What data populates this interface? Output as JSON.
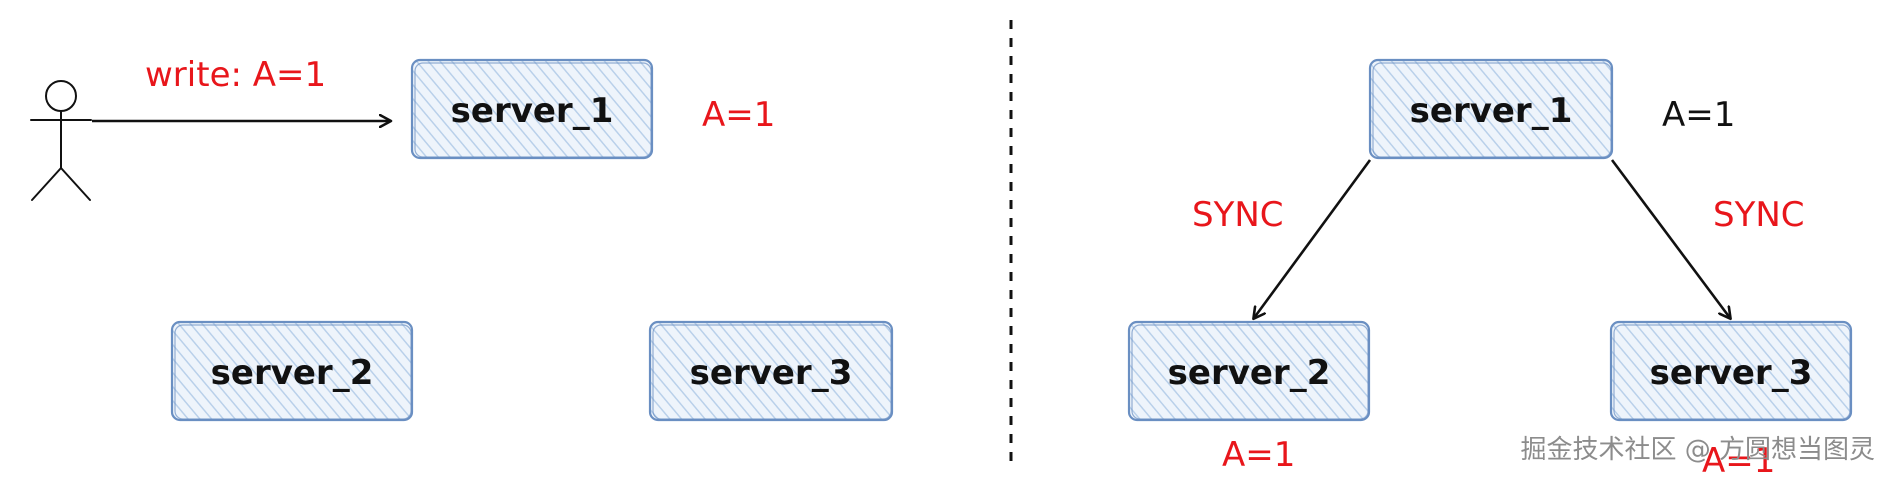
{
  "colors": {
    "box_fill": "#dce8f4",
    "box_stroke": "#6a8fc2",
    "hatch": "#b9d0ea",
    "ink": "#111111",
    "accent_red": "#e8161b",
    "watermark": "#8c8c8c"
  },
  "left_panel": {
    "actor_icon": "stick-figure-user-icon",
    "write_label": "write: A=1",
    "server_1": "server_1",
    "server_2": "server_2",
    "server_3": "server_3",
    "server_1_value": "A=1"
  },
  "right_panel": {
    "server_1": "server_1",
    "server_2": "server_2",
    "server_3": "server_3",
    "server_1_value": "A=1",
    "sync_left": "SYNC",
    "sync_right": "SYNC",
    "server_2_value": "A=1",
    "server_3_value": "A=1"
  },
  "watermark": "掘金技术社区 @ 方圆想当图灵"
}
